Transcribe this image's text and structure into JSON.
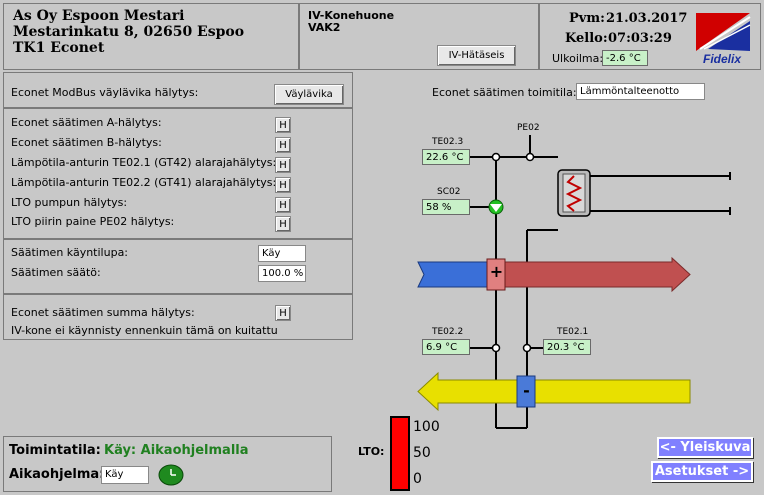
{
  "header": {
    "company": "As Oy Espoon Mestari",
    "address": "Mestarinkatu 8, 02650 Espoo",
    "device": "TK1 Econet",
    "room": "IV-Konehuone",
    "unit": "VAK2",
    "emergency_button": "IV-Hätäseis",
    "date_label": "Pvm:",
    "date_value": "21.03.2017",
    "time_label": "Kello:",
    "time_value": "07:03:29",
    "outdoor_label": "Ulkoilma:",
    "outdoor_value": "-2.6 °C",
    "logo_text": "Fidelix"
  },
  "alarms": {
    "modbus_label": "Econet ModBus väylävika hälytys:",
    "modbus_button": "Väylävika",
    "rows": [
      {
        "label": "Econet säätimen A-hälytys:",
        "button": "H"
      },
      {
        "label": "Econet säätimen B-hälytys:",
        "button": "H"
      },
      {
        "label": "Lämpötila-anturin TE02.1 (GT42) alarajahälytys:",
        "button": "H"
      },
      {
        "label": "Lämpötila-anturin TE02.2 (GT41) alarajahälytys:",
        "button": "H"
      },
      {
        "label": "LTO pumpun hälytys:",
        "button": "H"
      },
      {
        "label": "LTO piirin paine PE02 hälytys:",
        "button": "H"
      }
    ]
  },
  "controller": {
    "run_permit_label": "Säätimen käyntilupa:",
    "run_permit_value": "Käy",
    "control_label": "Säätimen säätö:",
    "control_value": "100.0 %"
  },
  "summary": {
    "label": "Econet säätimen summa hälytys:",
    "button": "H",
    "note": "IV-kone ei käynnisty ennenkuin tämä on kuitattu"
  },
  "status": {
    "mode_label": "Toimintatila:",
    "mode_value": "Käy: Aikaohjelmalla",
    "schedule_label": "Aikaohjelma:",
    "schedule_value": "Käy"
  },
  "diagram": {
    "operator_label": "Econet säätimen toimitila:",
    "operator_value": "Lämmöntalteenotto",
    "pe02_label": "PE02",
    "te023_label": "TE02.3",
    "te023_value": "22.6 °C",
    "sc02_label": "SC02",
    "sc02_value": "58 %",
    "te022_label": "TE02.2",
    "te022_value": "6.9 °C",
    "te021_label": "TE02.1",
    "te021_value": "20.3 °C",
    "heat_symbol": "+",
    "cool_symbol": "-",
    "supply_colors": {
      "cold": "#3a6fd8",
      "warm": "#c05050"
    },
    "exhaust_color": "#e8e000"
  },
  "lto": {
    "label": "LTO:",
    "scale_max": "100",
    "scale_mid": "50",
    "scale_min": "0",
    "level_percent": 100,
    "bar_color": "#ff0000"
  },
  "nav": {
    "overview": "<- Yleiskuva",
    "settings": "Asetukset ->"
  },
  "icons": {
    "pump": "pump-icon",
    "exchanger": "heat-exchanger-icon",
    "clock": "clock-icon"
  }
}
